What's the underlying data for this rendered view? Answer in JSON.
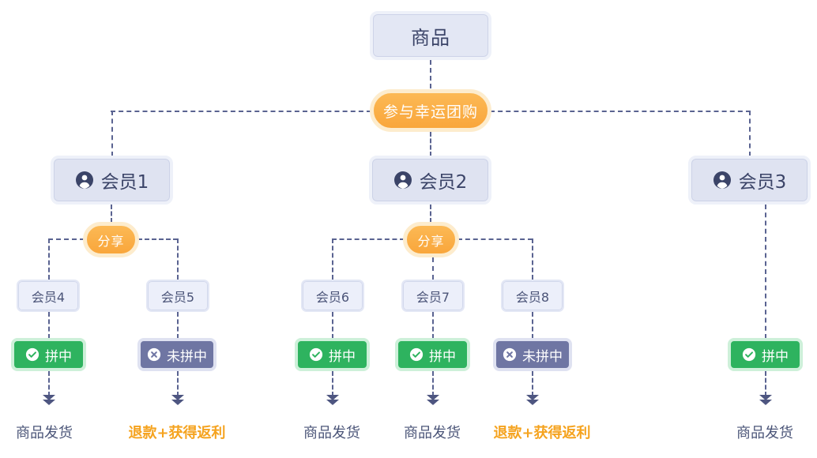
{
  "diagram": {
    "title": "商品",
    "join_action": "参与幸运团购",
    "share_action": "分享",
    "status_success": "拼中",
    "status_fail": "未拼中",
    "outcome_ship": "商品发货",
    "outcome_refund": "退款+获得返利",
    "colors": {
      "accent_orange": "#f9a63b",
      "success_green": "#2eb35f",
      "fail_purple": "#6f76a3",
      "node_lavender": "#dfe3f1",
      "text_navy": "#3b4468",
      "connector": "#5a6391",
      "background": "#ffffff"
    },
    "icons": {
      "member": "user-icon",
      "success": "check-circle-icon",
      "fail": "x-circle-icon"
    },
    "members": [
      {
        "label": "会员1"
      },
      {
        "label": "会员2"
      },
      {
        "label": "会员3"
      }
    ],
    "sub_members": [
      {
        "label": "会员4"
      },
      {
        "label": "会员5"
      },
      {
        "label": "会员6"
      },
      {
        "label": "会员7"
      },
      {
        "label": "会员8"
      }
    ]
  }
}
